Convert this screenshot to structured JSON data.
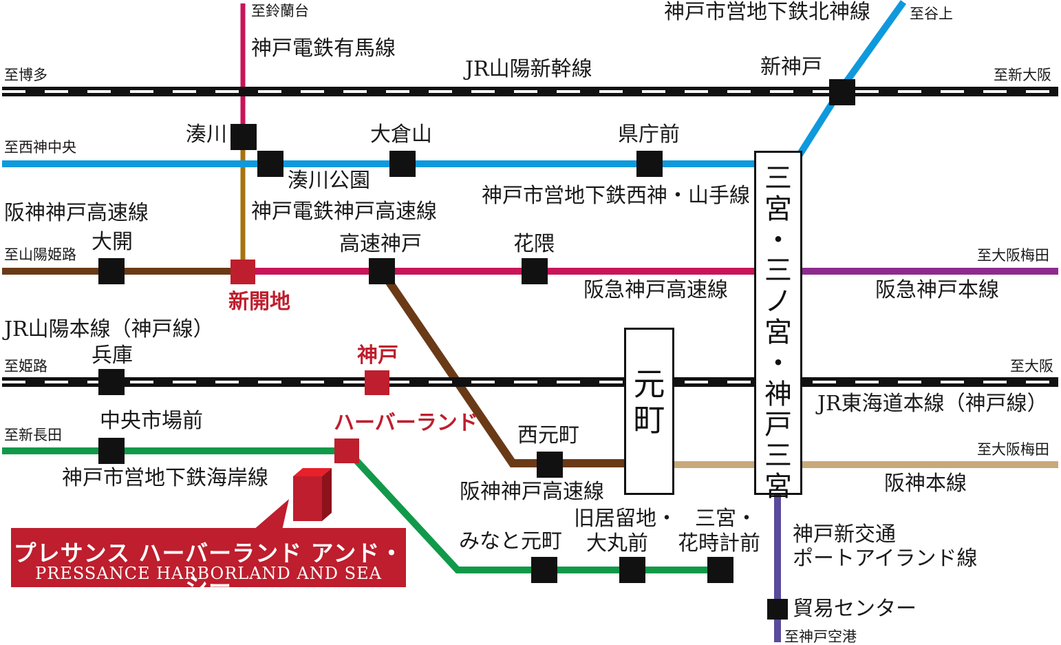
{
  "colors": {
    "jr": "#111111",
    "subway_seishin": "#0f99dd",
    "subway_hokushin": "#0f99dd",
    "hankyu": "#c8155a",
    "hanshin_kousoku": "#6a3a17",
    "hanshin_main": "#c8a97a",
    "kobe_electric_arima": "#c8155a",
    "kobe_electric_kousoku": "#a7730f",
    "kaigan": "#11994a",
    "port_liner": "#5a4a9c",
    "hankyu_main": "#8e2a8e",
    "highlight": "#be1e2d"
  },
  "labels": {
    "to_suzurandai": "至鈴蘭台",
    "arima_line": "神戸電鉄有馬線",
    "hokushin_line": "神戸市営地下鉄北神線",
    "to_tanigami": "至谷上",
    "to_hakata": "至博多",
    "shinkansen_line": "JR山陽新幹線",
    "shin_kobe": "新神戸",
    "to_shin_osaka": "至新大阪",
    "minatogawa": "湊川",
    "to_seishin_chuo": "至西神中央",
    "okurayama": "大倉山",
    "kencho_mae": "県庁前",
    "minatogawa_koen": "湊川公園",
    "seishin_yamate_line": "神戸市営地下鉄西神・山手線",
    "hanshin_kobe_kousoku_1": "阪神神戸高速線",
    "kobe_electric_kousoku_line": "神戸電鉄神戸高速線",
    "daikai": "大開",
    "kousoku_kobe": "高速神戸",
    "hanakuma": "花隈",
    "to_sanyo_himeji": "至山陽姫路",
    "to_osaka_umeda_1": "至大阪梅田",
    "shinkaichi": "新開地",
    "hankyu_kobe_kousoku_line": "阪急神戸高速線",
    "hankyu_kobe_main_line": "阪急神戸本線",
    "jr_sanyo_main_line": "JR山陽本線（神戸線）",
    "to_himeji": "至姫路",
    "hyogo": "兵庫",
    "kobe": "神戸",
    "to_osaka": "至大阪",
    "jr_tokaido_line": "JR東海道本線（神戸線）",
    "to_shin_nagata": "至新長田",
    "chuo_ichiba_mae": "中央市場前",
    "harborland": "ハーバーランド",
    "nishi_motomachi": "西元町",
    "to_osaka_umeda_2": "至大阪梅田",
    "kaigan_line": "神戸市営地下鉄海岸線",
    "hanshin_kobe_kousoku_2": "阪神神戸高速線",
    "hanshin_main_line": "阪神本線",
    "kyukyoryuchi_1": "旧居留地・",
    "kyukyoryuchi_2": "大丸前",
    "sannomiya_hanadokei_1": "三宮・",
    "sannomiya_hanadokei_2": "花時計前",
    "minato_motomachi": "みなと元町",
    "port_liner_1": "神戸新交通",
    "port_liner_2": "ポートアイランド線",
    "boeki_center": "貿易センター",
    "to_kobe_airport": "至神戸空港"
  },
  "motomachi": [
    "元",
    "町"
  ],
  "sannomiya": [
    "三",
    "宮",
    "・",
    "三",
    "ノ",
    "宮",
    "・",
    "神",
    "戸",
    "三",
    "宮"
  ],
  "property": {
    "name_jp": "プレサンス ハーバーランド アンド・シー",
    "name_en": "PRESSANCE HARBORLAND AND SEA"
  }
}
